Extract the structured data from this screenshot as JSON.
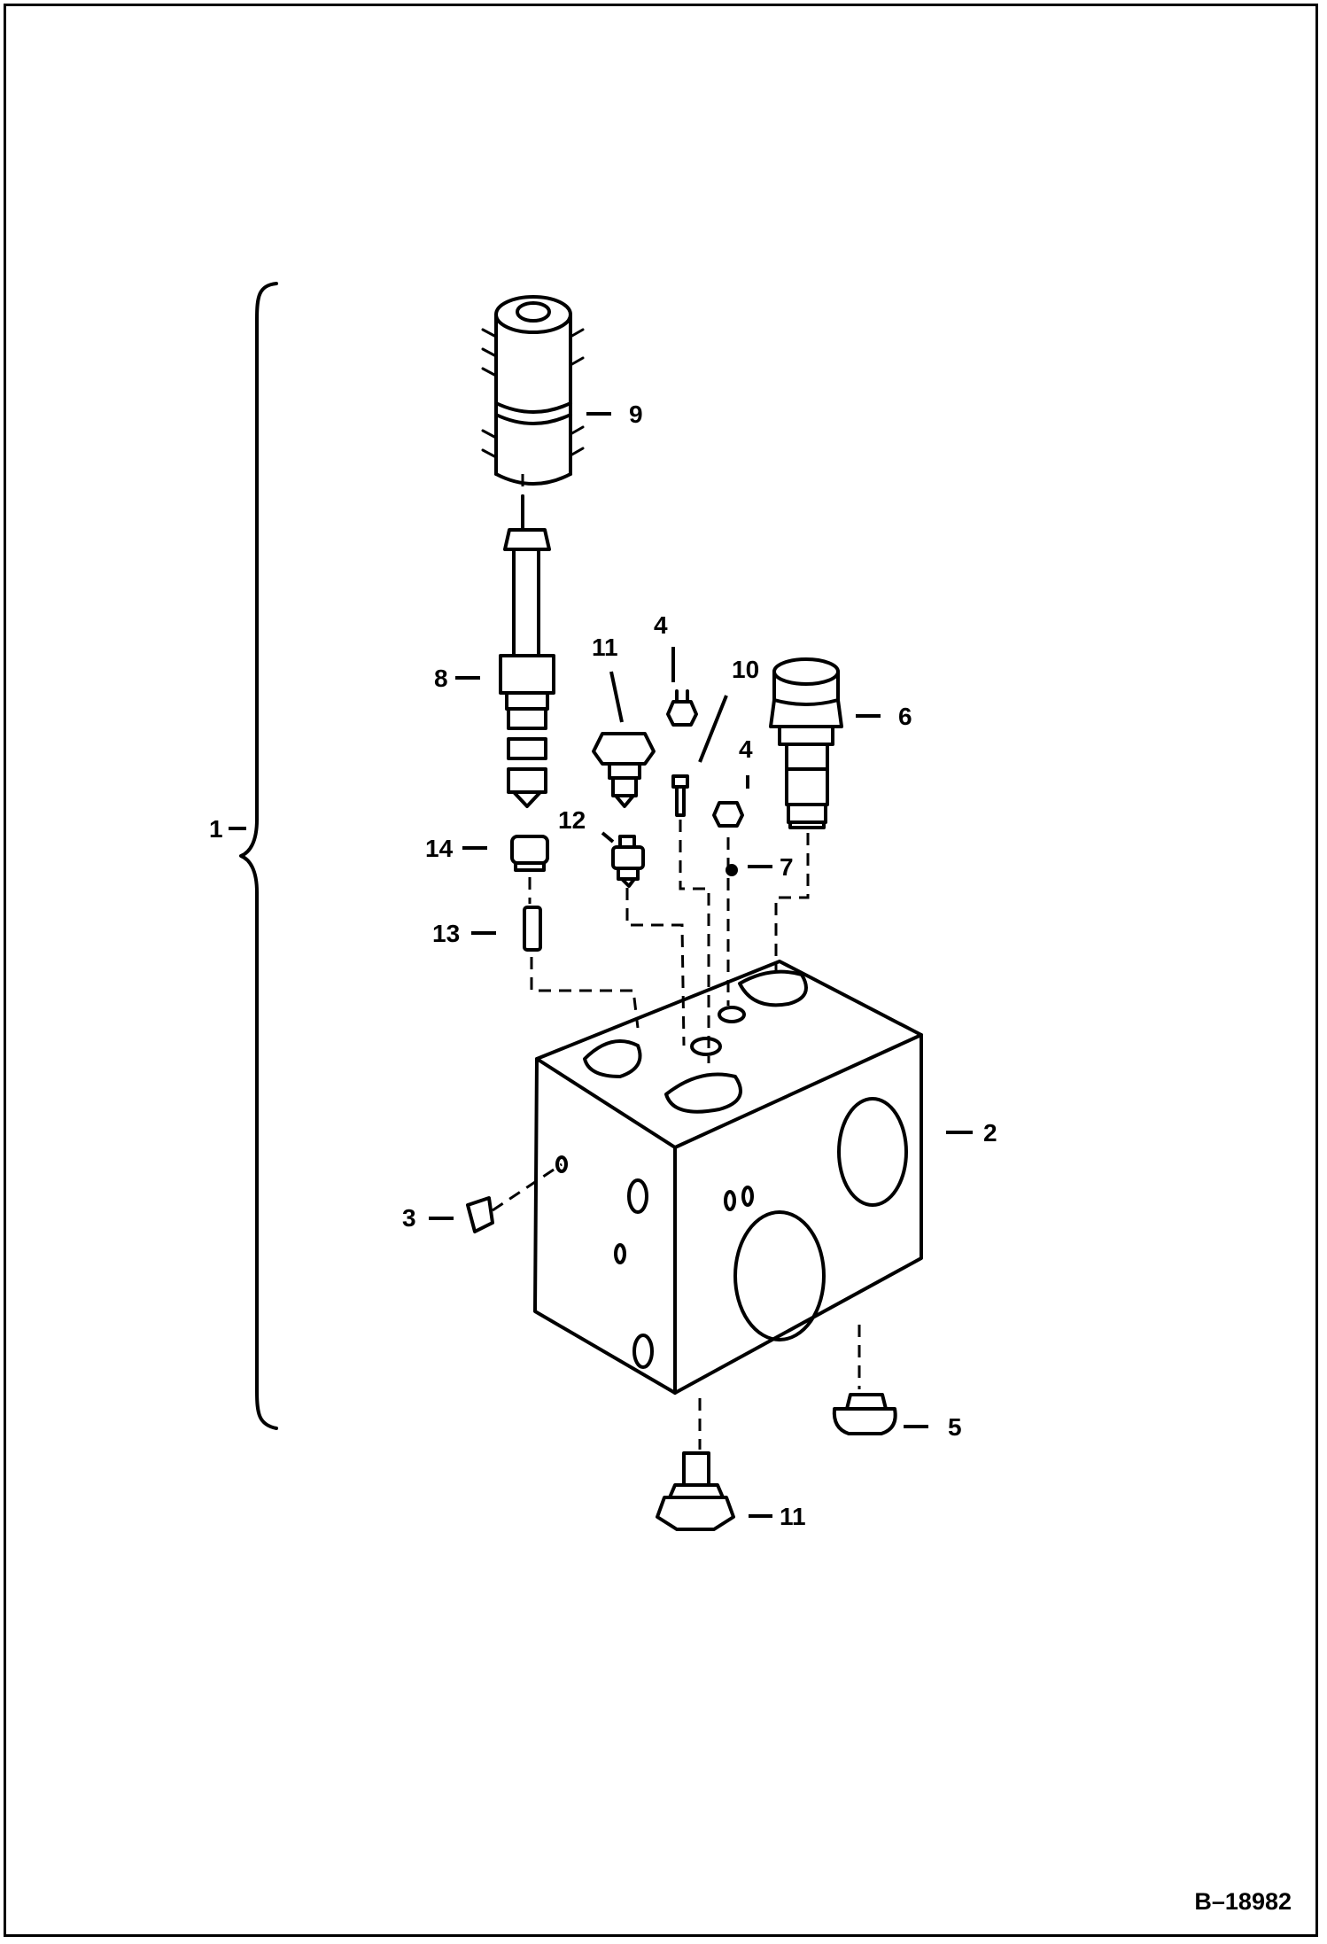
{
  "diagram": {
    "document_number": "B–18982",
    "callouts": [
      {
        "id": "c1",
        "label": "1"
      },
      {
        "id": "c2",
        "label": "2"
      },
      {
        "id": "c3",
        "label": "3"
      },
      {
        "id": "c4a",
        "label": "4"
      },
      {
        "id": "c4b",
        "label": "4"
      },
      {
        "id": "c5",
        "label": "5"
      },
      {
        "id": "c6",
        "label": "6"
      },
      {
        "id": "c7",
        "label": "7"
      },
      {
        "id": "c8",
        "label": "8"
      },
      {
        "id": "c9",
        "label": "9"
      },
      {
        "id": "c10",
        "label": "10"
      },
      {
        "id": "c11a",
        "label": "11"
      },
      {
        "id": "c11b",
        "label": "11"
      },
      {
        "id": "c12",
        "label": "12"
      },
      {
        "id": "c13",
        "label": "13"
      },
      {
        "id": "c14",
        "label": "14"
      }
    ]
  }
}
